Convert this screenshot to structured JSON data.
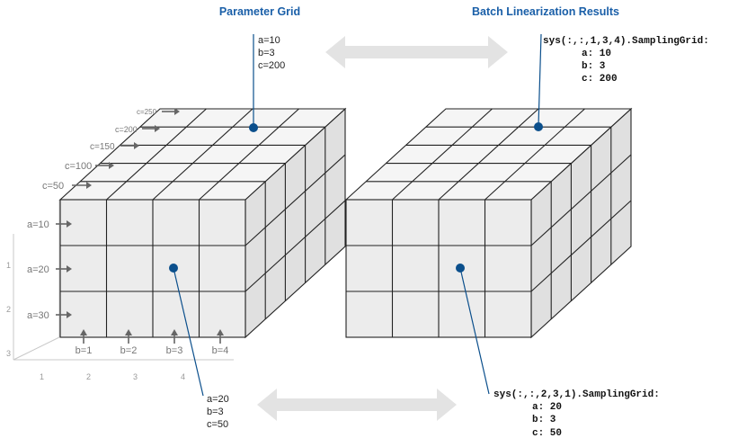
{
  "titles": {
    "left": "Parameter Grid",
    "right": "Batch Linearization Results"
  },
  "left_cube": {
    "c_labels": [
      "c=250",
      "c=200",
      "c=150",
      "c=100",
      "c=50"
    ],
    "a_labels": [
      "a=10",
      "a=20",
      "a=30"
    ],
    "b_labels": [
      "b=1",
      "b=2",
      "b=3",
      "b=4"
    ],
    "axis_z_ticks": [
      "1",
      "2",
      "3"
    ],
    "axis_x_ticks": [
      "1",
      "2",
      "3",
      "4"
    ]
  },
  "callouts": {
    "top": [
      "a=10",
      "b=3",
      "c=200"
    ],
    "front": [
      "a=20",
      "b=3",
      "c=50"
    ]
  },
  "results": {
    "top": [
      "sys(:,:,1,3,4).SamplingGrid:",
      "a: 10",
      "b: 3",
      "c: 200"
    ],
    "front": [
      "sys(:,:,2,3,1).SamplingGrid:",
      "a: 20",
      "b: 3",
      "c: 50"
    ]
  },
  "colors": {
    "title": "#1a5fa8",
    "marker": "#0b4f8c",
    "double_arrow": "#e3e3e3",
    "param_arrow": "#666666"
  }
}
